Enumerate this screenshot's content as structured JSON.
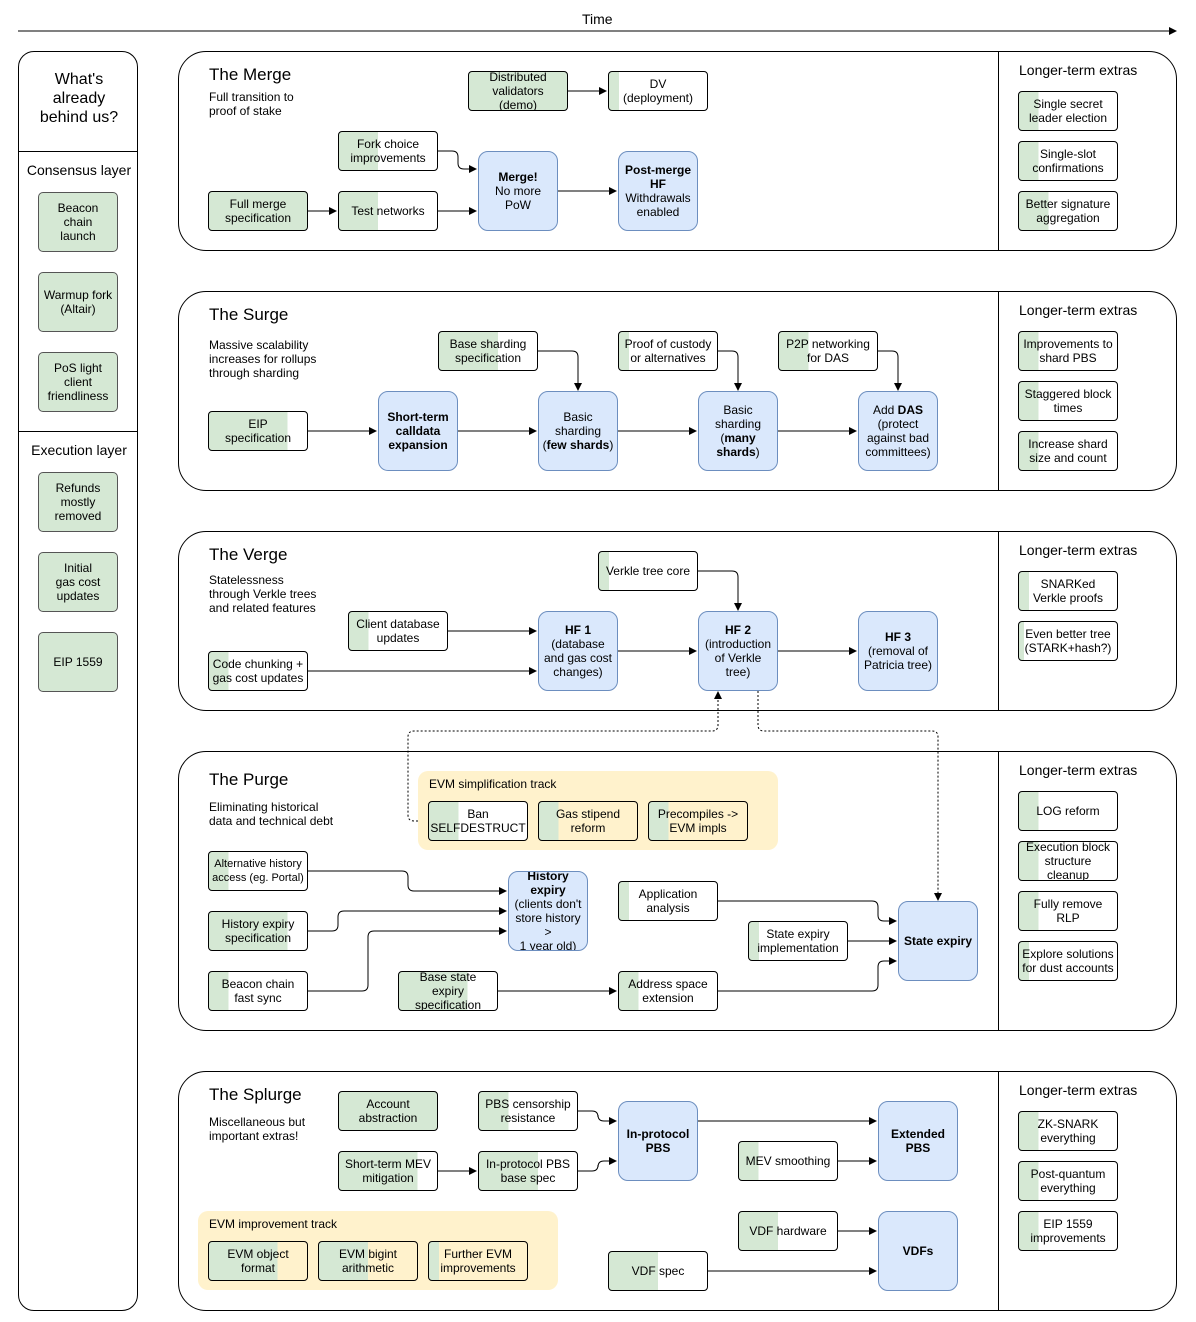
{
  "time_label": "Time",
  "left": {
    "title": "What's\nalready\nbehind us?",
    "consensus_heading": "Consensus layer",
    "consensus_items": [
      "Beacon\nchain\nlaunch",
      "Warmup fork\n(Altair)",
      "PoS light\nclient\nfriendliness"
    ],
    "execution_heading": "Execution layer",
    "execution_items": [
      "Refunds\nmostly\nremoved",
      "Initial\ngas cost\nupdates",
      "EIP 1559"
    ]
  },
  "extras_title": "Longer-term extras",
  "merge": {
    "title": "The Merge",
    "subtitle": "Full transition to\nproof of stake",
    "dist_validators": "Distributed\nvalidators (demo)",
    "dv": "DV\n(deployment)",
    "fork_choice": "Fork choice\nimprovements",
    "full_merge_spec": "Full merge\nspecification",
    "test_networks": "Test networks",
    "merge_bold": "Merge!",
    "merge_text": "No more\nPoW",
    "post_merge_bold": "Post-merge\nHF",
    "post_merge_text": "Withdrawals\nenabled",
    "extras": [
      "Single secret\nleader election",
      "Single-slot\nconfirmations",
      "Better signature\naggregation"
    ]
  },
  "surge": {
    "title": "The Surge",
    "subtitle": "Massive scalability\nincreases for rollups\nthrough sharding",
    "eip_spec": "EIP\nspecification",
    "calldata": "Short-term\ncalldata\nexpansion",
    "base_sharding_spec": "Base sharding\nspecification",
    "basic_few_a": "Basic\nsharding\n(",
    "basic_few_b": "few shards",
    "basic_few_c": ")",
    "proof_custody": "Proof of custody\nor alternatives",
    "basic_many_a": "Basic\nsharding\n(",
    "basic_many_b": "many\nshards",
    "basic_many_c": ")",
    "p2p_das": "P2P networking\nfor DAS",
    "add_das_a": "Add ",
    "add_das_b": "DAS",
    "add_das_c": "\n(protect\nagainst bad\ncommittees)",
    "extras": [
      "Improvements to\nshard PBS",
      "Staggered block\ntimes",
      "Increase shard\nsize and count"
    ]
  },
  "verge": {
    "title": "The Verge",
    "subtitle": "Statelessness\nthrough Verkle trees\nand related features",
    "verkle_core": "Verkle tree core",
    "client_db": "Client database\nupdates",
    "code_chunking": "Code chunking +\ngas cost updates",
    "hf1_bold": "HF 1",
    "hf1_text": "(database\nand gas cost\nchanges)",
    "hf2_bold": "HF 2",
    "hf2_text": "(introduction\nof Verkle\ntree)",
    "hf3_bold": "HF 3",
    "hf3_text": "(removal of\nPatricia tree)",
    "extras": [
      "SNARKed\nVerkle proofs",
      "Even better tree\n(STARK+hash?)"
    ]
  },
  "purge": {
    "title": "The Purge",
    "subtitle": "Eliminating historical\ndata and technical debt",
    "track_title": "EVM simplification track",
    "ban_selfdestruct": "Ban\nSELFDESTRUCT",
    "gas_stipend": "Gas stipend\nreform",
    "precompiles": "Precompiles ->\nEVM impls",
    "alt_history": "Alternative history\naccess (eg. Portal)",
    "history_expiry_spec": "History expiry\nspecification",
    "beacon_fast_sync": "Beacon chain\nfast sync",
    "history_expiry_bold": "History\nexpiry",
    "history_expiry_text": "(clients don't\nstore history >\n1 year old)",
    "app_analysis": "Application\nanalysis",
    "state_expiry_impl": "State expiry\nimplementation",
    "base_state_expiry": "Base state expiry\nspecification",
    "address_space": "Address space\nextension",
    "state_expiry": "State expiry",
    "extras": [
      "LOG reform",
      "Execution block\nstructure cleanup",
      "Fully remove\nRLP",
      "Explore solutions\nfor dust accounts"
    ]
  },
  "splurge": {
    "title": "The Splurge",
    "subtitle": "Miscellaneous but\nimportant extras!",
    "account_abstraction": "Account\nabstraction",
    "pbs_censorship": "PBS censorship\nresistance",
    "short_term_mev": "Short-term MEV\nmitigation",
    "inprotocol_pbs_spec": "In-protocol PBS\nbase spec",
    "inprotocol_pbs": "In-protocol\nPBS",
    "mev_smoothing": "MEV smoothing",
    "extended_pbs": "Extended\nPBS",
    "track_title": "EVM improvement track",
    "evm_object": "EVM object\nformat",
    "evm_bigint": "EVM bigint\narithmetic",
    "further_evm": "Further EVM\nimprovements",
    "vdf_hardware": "VDF hardware",
    "vdf_spec": "VDF spec",
    "vdfs": "VDFs",
    "extras": [
      "ZK-SNARK\neverything",
      "Post-quantum\neverything",
      "EIP 1559\nimprovements"
    ]
  },
  "colors": {
    "milestone_fill": "#dae8fc",
    "milestone_border": "#6c8ebf",
    "done_fill": "#d5e8d4",
    "track_fill": "#fff2cc"
  }
}
